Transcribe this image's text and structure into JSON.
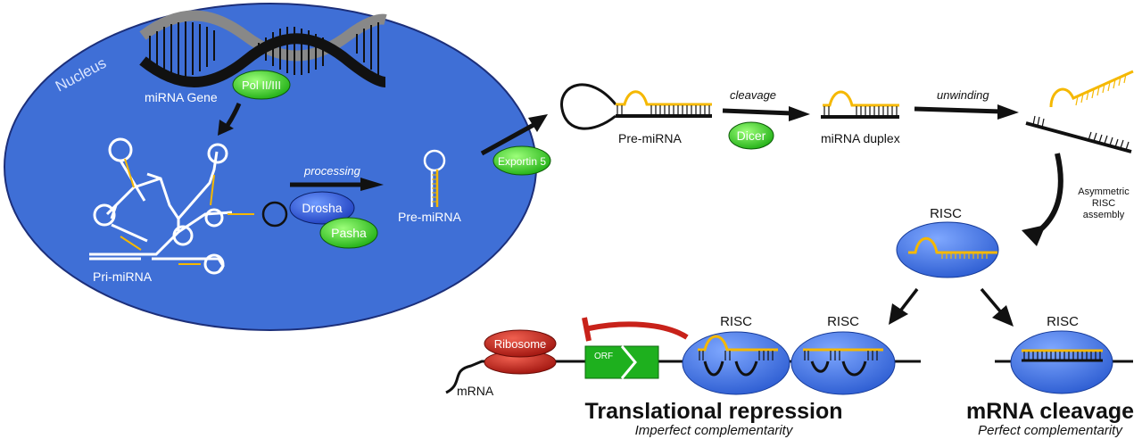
{
  "labels": {
    "nucleus": "Nucleus",
    "mirna_gene": "miRNA Gene",
    "pol": "Pol II/III",
    "pri_mirna": "Pri-miRNA",
    "processing": "processing",
    "drosha": "Drosha",
    "pasha": "Pasha",
    "pre_mirna_nucleus": "Pre-miRNA",
    "exportin": "Exportin 5",
    "pre_mirna_cyto": "Pre-miRNA",
    "cleavage": "cleavage",
    "dicer": "Dicer",
    "mirna_duplex": "miRNA duplex",
    "unwinding": "unwinding",
    "asymmetric_1": "Asymmetric",
    "asymmetric_2": "RISC",
    "asymmetric_3": "assembly",
    "risc_top": "RISC",
    "risc_left1": "RISC",
    "risc_left2": "RISC",
    "risc_right": "RISC",
    "ribosome": "Ribosome",
    "orf": "ORF",
    "mrna": "mRNA",
    "translational_repression": "Translational repression",
    "imperfect": "Imperfect complementarity",
    "mrna_cleavage": "mRNA cleavage",
    "perfect": "Perfect complementarity"
  },
  "colors": {
    "nucleus_fill": "#3f6fd6",
    "risc_fill": "#3c72d8",
    "mirna_strand": "#f5b800",
    "green_protein": "#3fcf2a",
    "drosha_fill": "#2a47c6",
    "ribosome_fill": "#c8221a",
    "orf_fill": "#1eb01e",
    "inhibit_arrow": "#c8221a"
  }
}
